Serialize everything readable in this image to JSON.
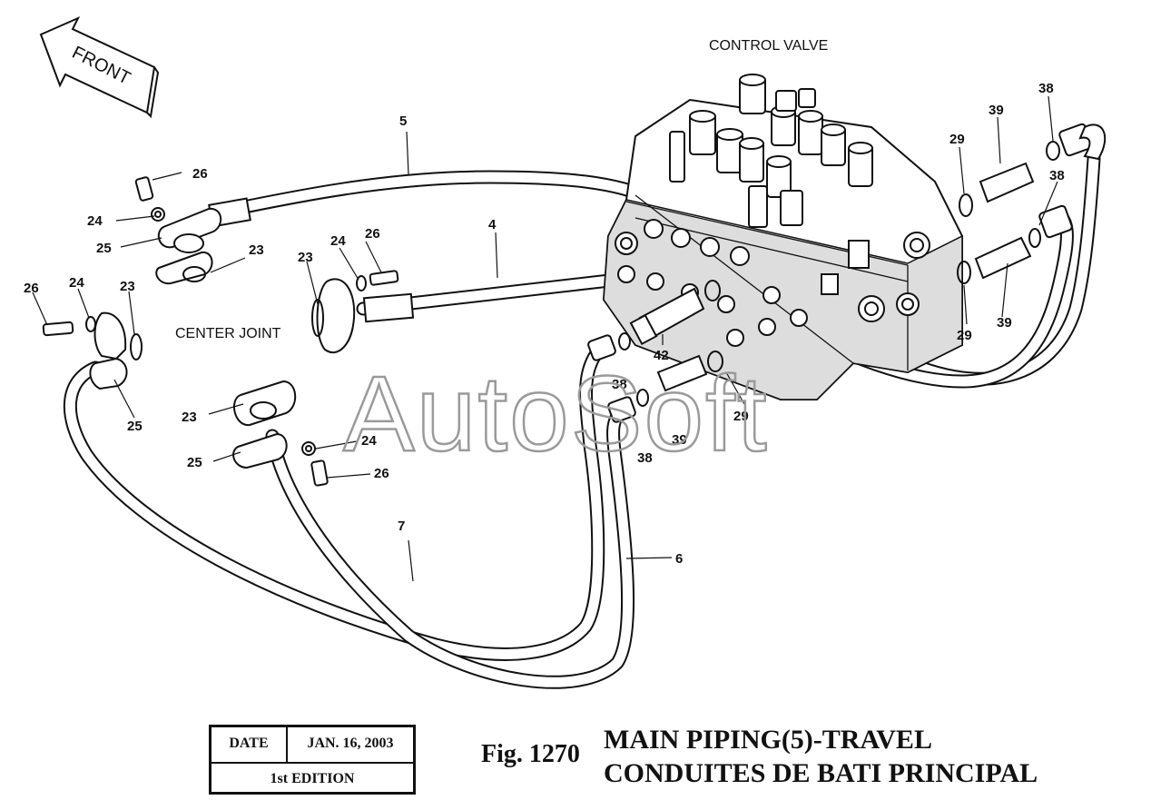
{
  "direction_arrow": {
    "label": "FRONT"
  },
  "labels": {
    "control_valve": "CONTROL VALVE",
    "center_joint": "CENTER JOINT"
  },
  "callouts": [
    {
      "id": "c-26a",
      "text": "26"
    },
    {
      "id": "c-24a",
      "text": "24"
    },
    {
      "id": "c-25a",
      "text": "25"
    },
    {
      "id": "c-23a",
      "text": "23"
    },
    {
      "id": "c-5",
      "text": "5"
    },
    {
      "id": "c-4",
      "text": "4"
    },
    {
      "id": "c-26b",
      "text": "26"
    },
    {
      "id": "c-24b",
      "text": "24"
    },
    {
      "id": "c-23b",
      "text": "23"
    },
    {
      "id": "c-26c",
      "text": "26"
    },
    {
      "id": "c-24c",
      "text": "24"
    },
    {
      "id": "c-23c",
      "text": "23"
    },
    {
      "id": "c-25b",
      "text": "25"
    },
    {
      "id": "c-23d",
      "text": "23"
    },
    {
      "id": "c-25c",
      "text": "25"
    },
    {
      "id": "c-24d",
      "text": "24"
    },
    {
      "id": "c-26d",
      "text": "26"
    },
    {
      "id": "c-7",
      "text": "7"
    },
    {
      "id": "c-6",
      "text": "6"
    },
    {
      "id": "c-42",
      "text": "42"
    },
    {
      "id": "c-38a",
      "text": "38"
    },
    {
      "id": "c-38b",
      "text": "38"
    },
    {
      "id": "c-39a",
      "text": "39"
    },
    {
      "id": "c-29a",
      "text": "29"
    },
    {
      "id": "c-29b",
      "text": "29"
    },
    {
      "id": "c-39b",
      "text": "39"
    },
    {
      "id": "c-38c",
      "text": "38"
    },
    {
      "id": "c-38d",
      "text": "38"
    },
    {
      "id": "c-29c",
      "text": "29"
    },
    {
      "id": "c-39c",
      "text": "39"
    }
  ],
  "watermark": "AutoSoft",
  "title_block": {
    "date_label": "DATE",
    "date_value": "JAN. 16, 2003",
    "edition": "1st EDITION"
  },
  "figure_number": "Fig. 1270",
  "title_en": "MAIN PIPING(5)-TRAVEL",
  "title_fr": "CONDUITES DE BATI PRINCIPAL"
}
